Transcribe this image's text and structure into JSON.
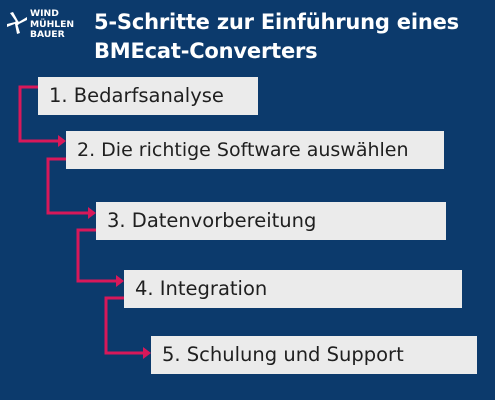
{
  "colors": {
    "background": "#0c3a6c",
    "box": "#ebebeb",
    "box_text": "#1f1f1f",
    "connector": "#d8185a",
    "title": "#ffffff"
  },
  "logo": {
    "lines": [
      "WIND",
      "MÜHLEN",
      "BAUER"
    ],
    "icon": "windmill-icon"
  },
  "title": {
    "line1": "5-Schritte zur Einführung eines",
    "line2": "BMEcat-Converters"
  },
  "steps": [
    "1. Bedarfsanalyse",
    "2. Die richtige Software auswählen",
    "3. Datenvorbereitung",
    "4. Integration",
    "5. Schulung und Support"
  ]
}
